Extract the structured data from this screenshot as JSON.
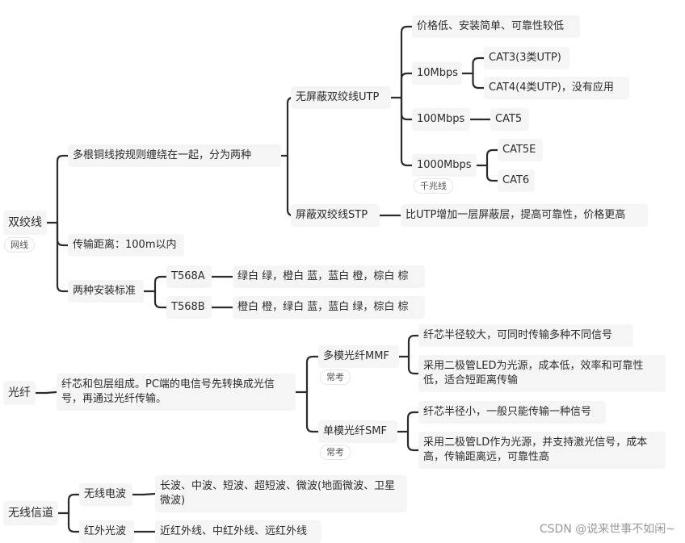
{
  "nodes": {
    "twisted": {
      "label": "双绞线",
      "tag": "网线"
    },
    "copper": {
      "label": "多根铜线按规则缠绕在一起，分为两种"
    },
    "utp": {
      "label": "无屏蔽双绞线UTP"
    },
    "utp_price": {
      "label": "价格低、安装简单、可靠性较低"
    },
    "mbps10": {
      "label": "10Mbps"
    },
    "cat3": {
      "label": "CAT3(3类UTP)"
    },
    "cat4": {
      "label": "CAT4(4类UTP)，没有应用"
    },
    "mbps100": {
      "label": "100Mbps"
    },
    "cat5": {
      "label": "CAT5"
    },
    "mbps1000": {
      "label": "1000Mbps",
      "tag": "千兆线"
    },
    "cat5e": {
      "label": "CAT5E"
    },
    "cat6": {
      "label": "CAT6"
    },
    "stp": {
      "label": "屏蔽双绞线STP"
    },
    "stp_desc": {
      "label": "比UTP增加一层屏蔽层，提高可靠性，价格更高"
    },
    "distance": {
      "label": "传输距离：100m以内"
    },
    "standards": {
      "label": "两种安装标准"
    },
    "t568a": {
      "label": "T568A"
    },
    "t568a_seq": {
      "label": "绿白 绿，橙白 蓝，蓝白 橙，棕白 棕"
    },
    "t568b": {
      "label": "T568B"
    },
    "t568b_seq": {
      "label": "橙白 橙，绿白 蓝，蓝白 绿，棕白 棕"
    },
    "fiber": {
      "label": "光纤"
    },
    "fiber_desc": {
      "label": "纤芯和包层组成。PC端的电信号先转换成光信号，再通过光纤传输。"
    },
    "mmf": {
      "label": "多模光纤MMF",
      "tag": "常考"
    },
    "mmf_1": {
      "label": "纤芯半径较大，可同时传输多种不同信号"
    },
    "mmf_2": {
      "label": "采用二极管LED为光源，成本低，效率和可靠性低，适合短距离传输"
    },
    "smf": {
      "label": "单模光纤SMF",
      "tag": "常考"
    },
    "smf_1": {
      "label": "纤芯半径小，一般只能传输一种信号"
    },
    "smf_2": {
      "label": "采用二极管LD作为光源，并支持激光信号，成本高，传输距离远，可靠性高"
    },
    "wireless": {
      "label": "无线信道"
    },
    "radio": {
      "label": "无线电波"
    },
    "radio_desc": {
      "label": "长波、中波、短波、超短波、微波(地面微波、卫星微波)"
    },
    "infrared": {
      "label": "红外光波"
    },
    "infrared_desc": {
      "label": "近红外线、中红外线、远红外线"
    }
  },
  "watermark": "CSDN @说来世事不如闲~",
  "colors": {
    "line": "#2b2b2b",
    "node_bg": "#f5f5f5",
    "text": "#2b2b2b"
  }
}
